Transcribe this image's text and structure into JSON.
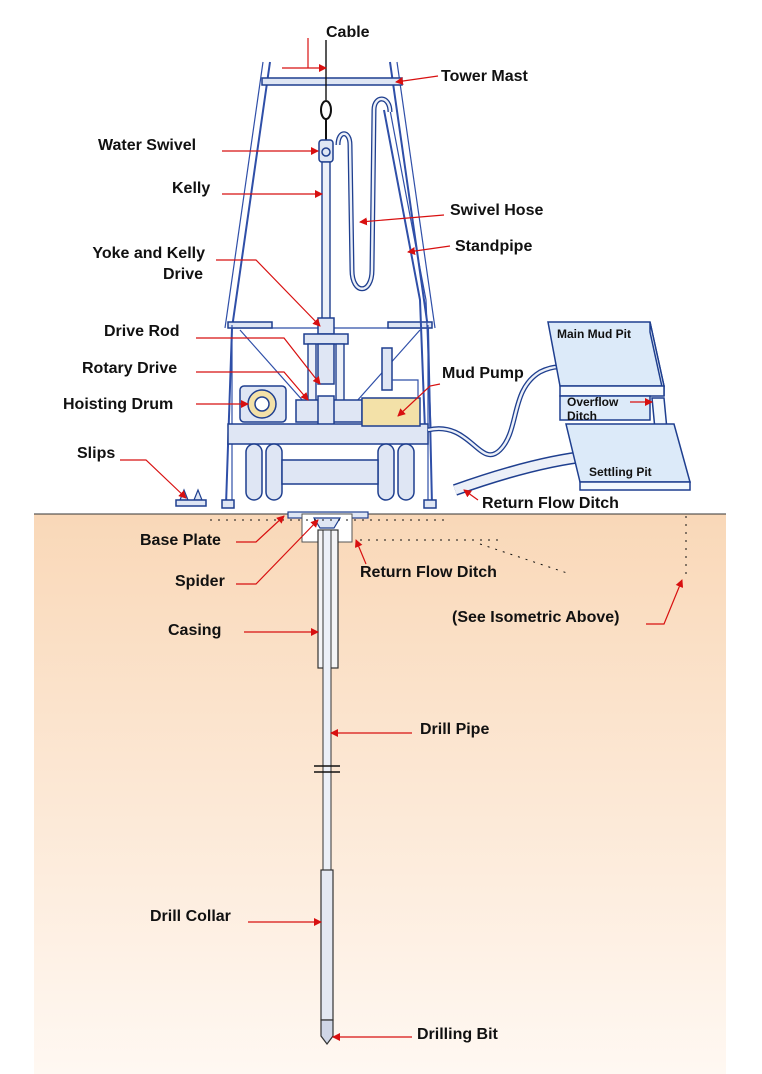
{
  "labels": {
    "cable": "Cable",
    "tower_mast": "Tower Mast",
    "water_swivel": "Water Swivel",
    "kelly": "Kelly",
    "swivel_hose": "Swivel Hose",
    "standpipe": "Standpipe",
    "yoke_kelly_drive_line1": "Yoke and Kelly",
    "yoke_kelly_drive_line2": "Drive",
    "drive_rod": "Drive Rod",
    "rotary_drive": "Rotary Drive",
    "mud_pump": "Mud Pump",
    "hoisting_drum": "Hoisting Drum",
    "slips": "Slips",
    "main_mud_pit": "Main Mud Pit",
    "overflow_ditch_line1": "Overflow",
    "overflow_ditch_line2": "Ditch",
    "settling_pit": "Settling Pit",
    "return_flow_ditch_surface": "Return Flow Ditch",
    "base_plate": "Base Plate",
    "return_flow_ditch_ground": "Return Flow Ditch",
    "spider": "Spider",
    "see_isometric": "(See Isometric Above)",
    "casing": "Casing",
    "drill_pipe": "Drill Pipe",
    "drill_collar": "Drill Collar",
    "drilling_bit": "Drilling Bit"
  },
  "colors": {
    "ground_top": "#f9d8b8",
    "ground_bottom": "#fff8f2",
    "leader_lines": "#d81010",
    "equipment_outline": "#2f4fa8",
    "label_text": "#111111"
  }
}
